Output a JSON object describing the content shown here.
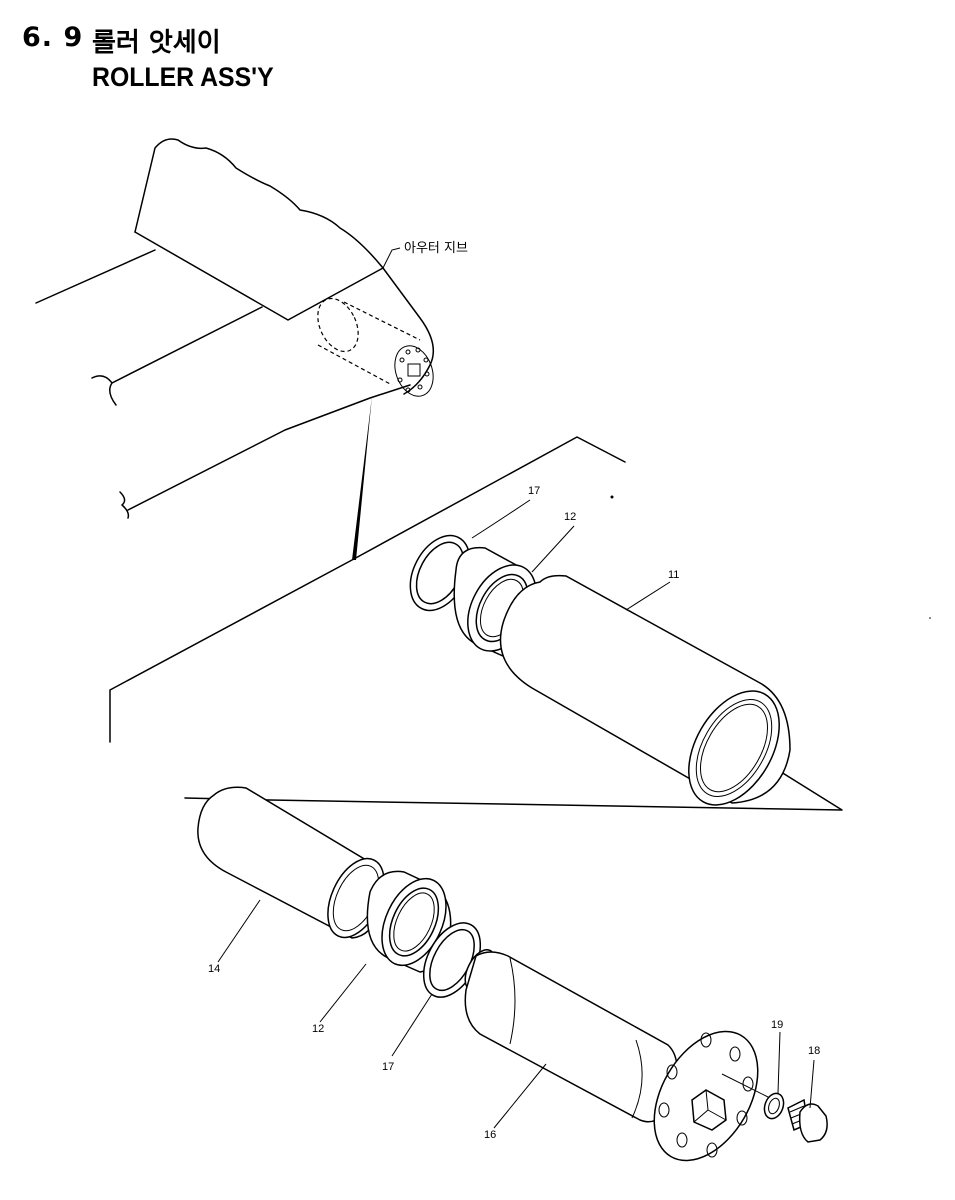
{
  "header": {
    "section_number": "6. 9",
    "title_korean": "롤러 앗세이",
    "title_english": "ROLLER ASS'Y"
  },
  "callouts": {
    "outer_jib": "아우터 지브",
    "roller": "11",
    "bearing_upper": "12",
    "snap_ring_upper": "17",
    "sleeve": "14",
    "bearing_lower": "12",
    "snap_ring_lower": "17",
    "shaft": "16",
    "bolt": "18",
    "washer": "19"
  }
}
